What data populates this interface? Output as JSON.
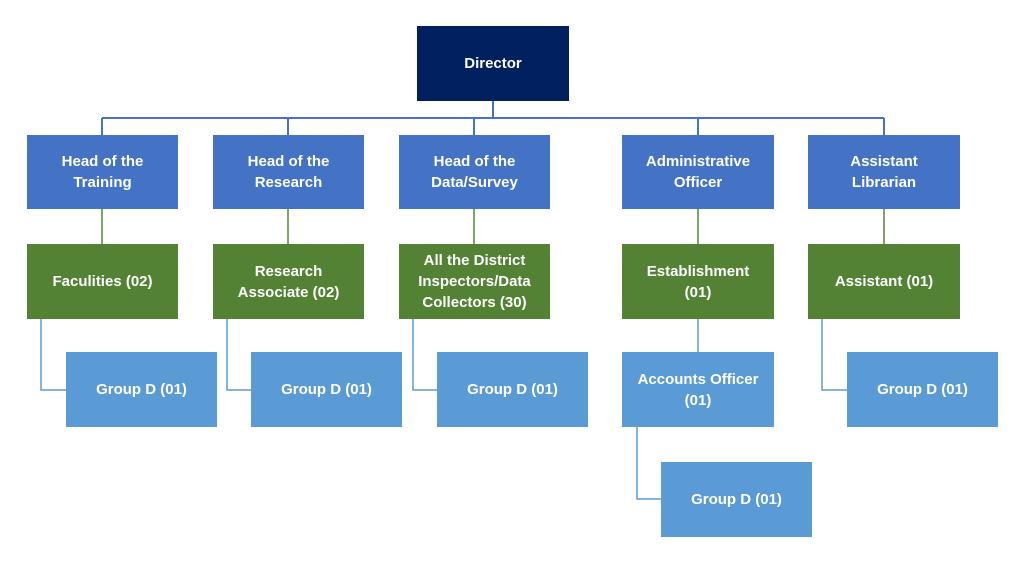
{
  "director": "Director",
  "heads": [
    "Head of the\nTraining",
    "Head of the\nResearch",
    "Head of the\nData/Survey",
    "Administrative\nOfficer",
    "Assistant\nLibrarian"
  ],
  "staff": [
    "Faculities (02)",
    "Research\nAssociate (02)",
    "All the District\nInspectors/Data\nCollectors (30)",
    "Establishment\n(01)",
    "Assistant (01)"
  ],
  "group_d": [
    "Group D (01)",
    "Group D (01)",
    "Group D (01)",
    "Group D (01)",
    "Group D (01)"
  ],
  "accounts_officer": "Accounts Officer\n(01)",
  "colors": {
    "director": "#002060",
    "head": "#4472c4",
    "staff": "#548235",
    "subordinate": "#5b9bd5"
  }
}
